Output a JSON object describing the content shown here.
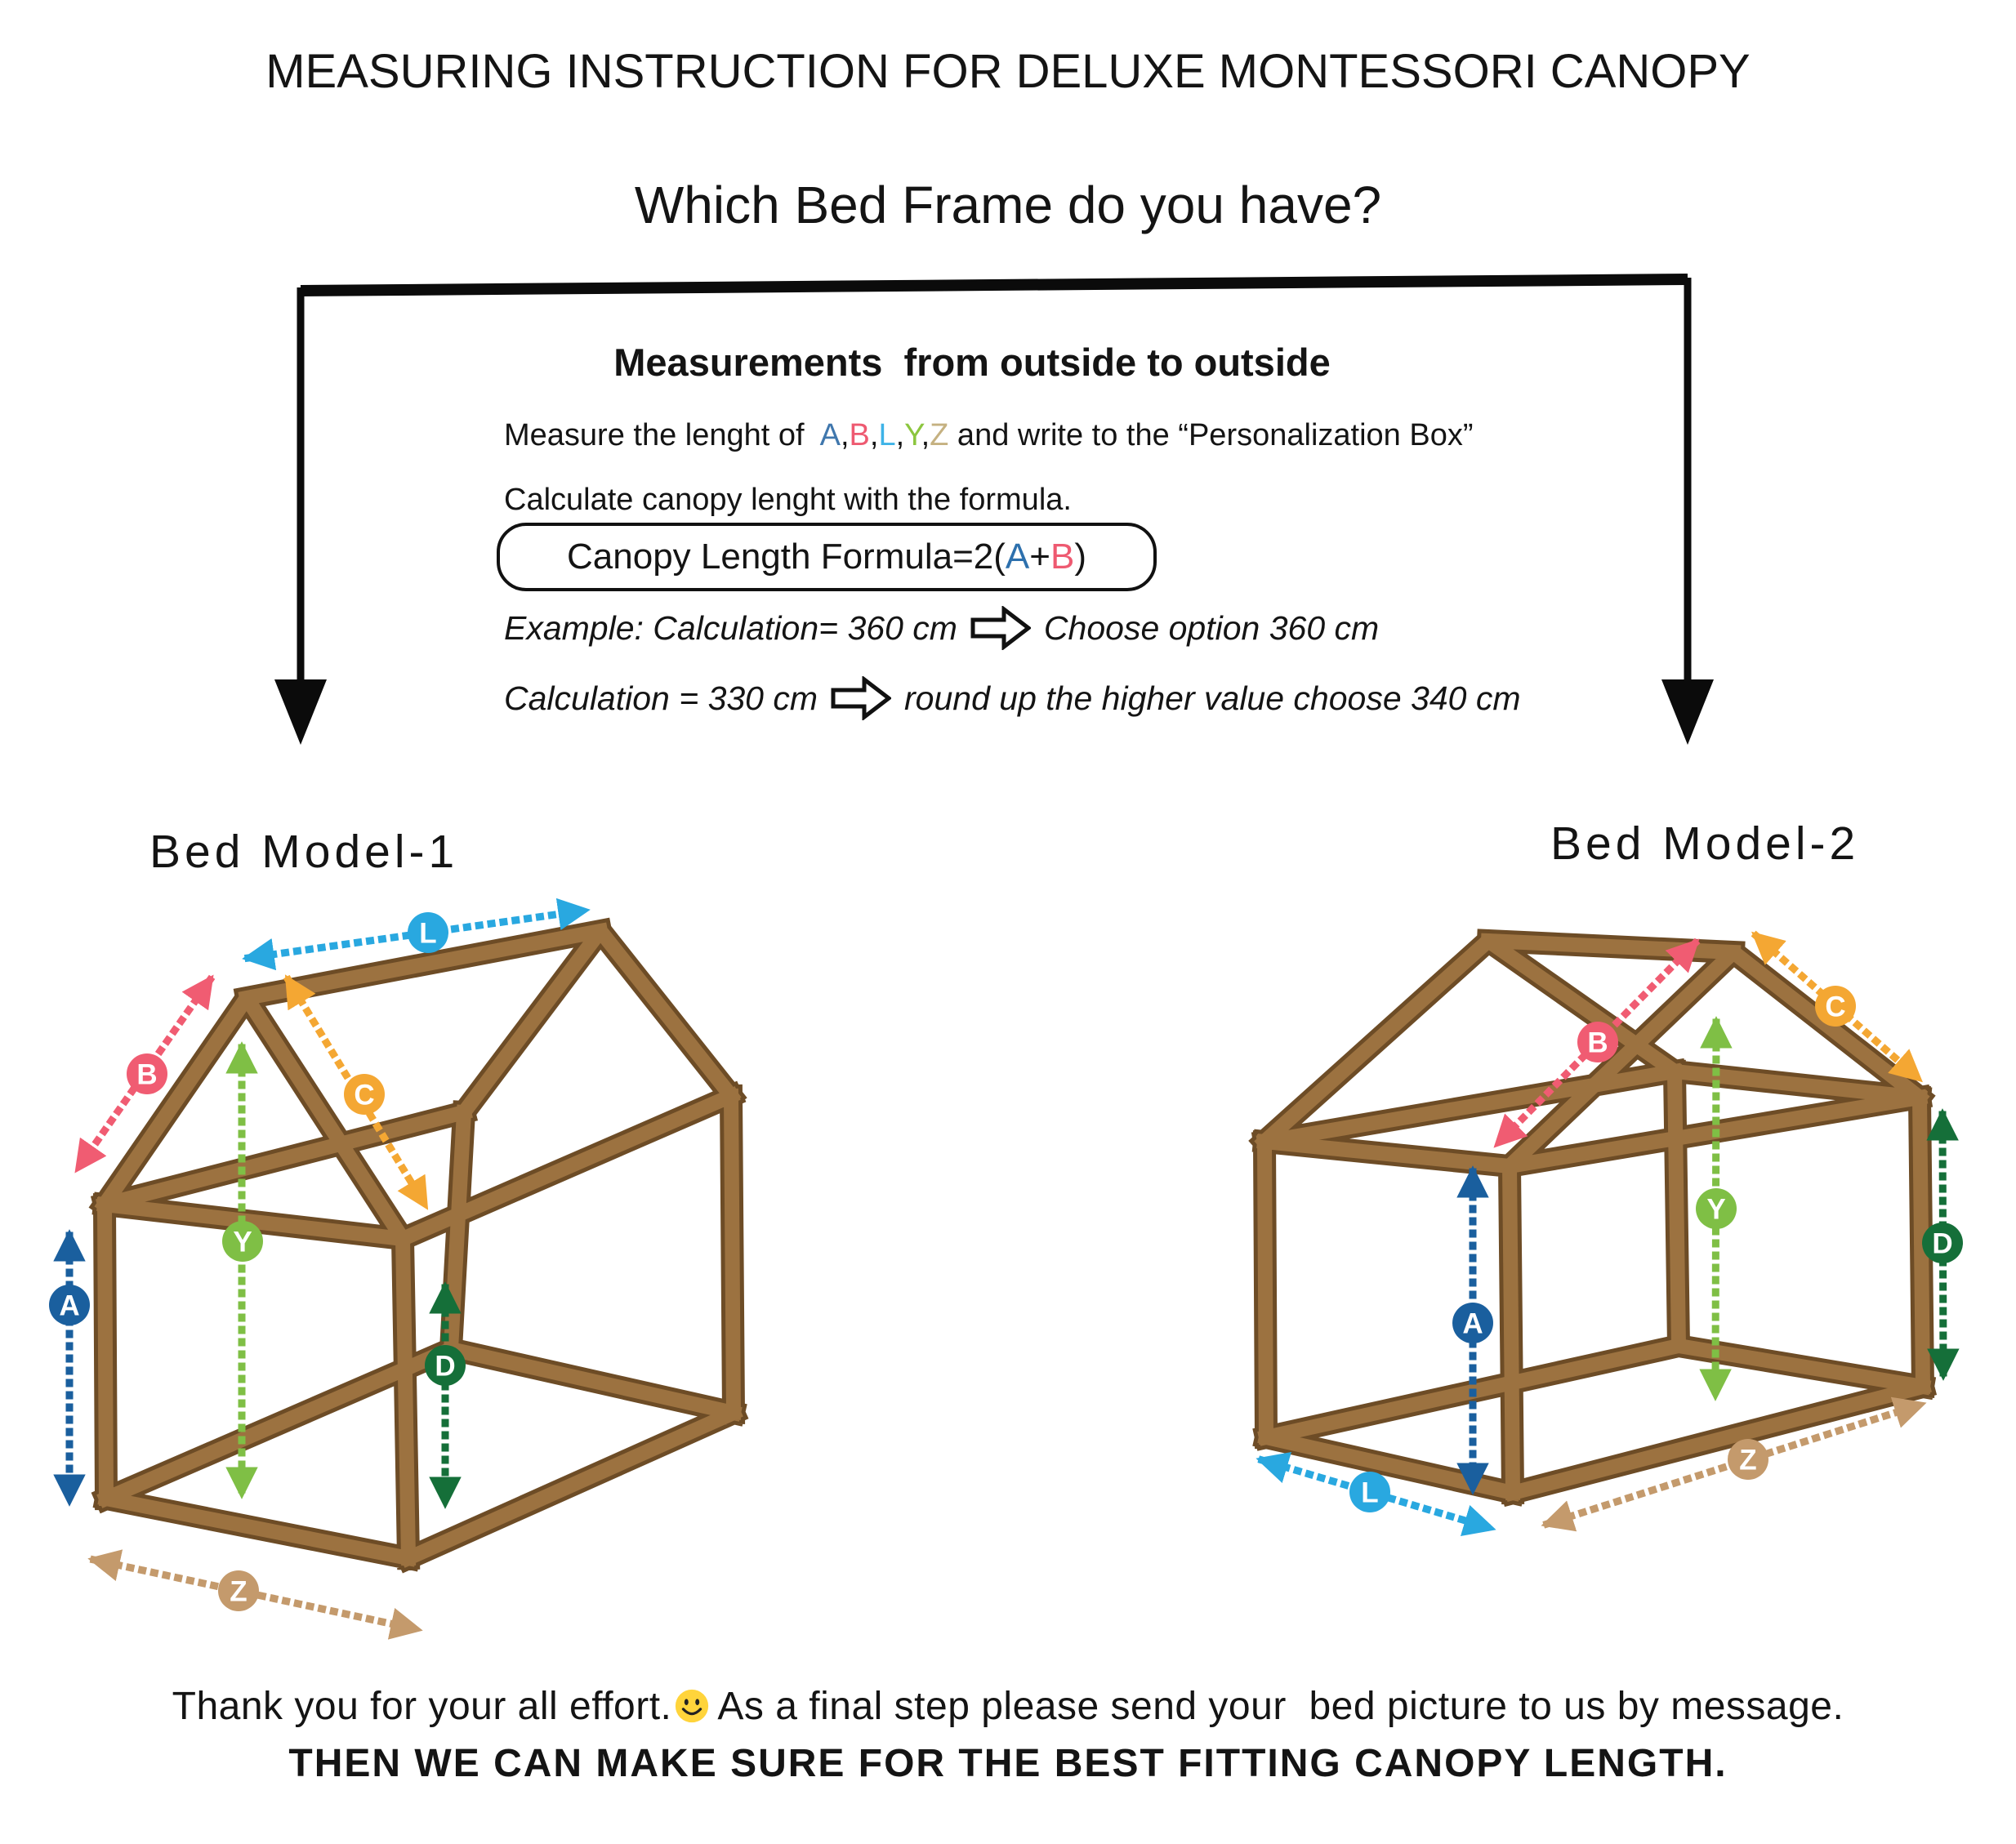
{
  "title": "MEASURING INSTRUCTION FOR DELUXE MONTESSORI CANOPY",
  "subtitle": "Which Bed Frame do you have?",
  "panel": {
    "heading": "Measurements  from outside to outside",
    "measure": {
      "prefix": "Measure the lenght of  ",
      "comma": ",",
      "letters": [
        {
          "ch": "A",
          "color": "#4077ad"
        },
        {
          "ch": "B",
          "color": "#ee5a71"
        },
        {
          "ch": "L",
          "color": "#3eb3e7"
        },
        {
          "ch": "Y",
          "color": "#8cc63f"
        },
        {
          "ch": "Z",
          "color": "#c5b181"
        }
      ],
      "suffix": " and write to the “Personalization Box”"
    },
    "calc": "Calculate canopy lenght with the formula.",
    "formula": {
      "pre": "Canopy Length Formula=2(",
      "a": "A",
      "a_color": "#2d70ad",
      "plus": "+",
      "b": "B",
      "b_color": "#ee5a71",
      "post": ")"
    },
    "examples": [
      {
        "left": "Example: Calculation= 360 cm",
        "right": "Choose option 360 cm"
      },
      {
        "left": "Calculation = 330 cm",
        "right": "round up the higher value choose 340 cm"
      }
    ]
  },
  "bed1_label": "Bed Model-1",
  "bed2_label": "Bed Model-2",
  "badges": {
    "A": {
      "letter": "A",
      "color": "#1a5f9e"
    },
    "B": {
      "letter": "B",
      "color": "#f05c72"
    },
    "C": {
      "letter": "C",
      "color": "#f4a733"
    },
    "D": {
      "letter": "D",
      "color": "#156f39"
    },
    "L": {
      "letter": "L",
      "color": "#29a8e0"
    },
    "Y": {
      "letter": "Y",
      "color": "#7fbf45"
    },
    "Z": {
      "letter": "Z",
      "color": "#c49a6c"
    }
  },
  "wood": {
    "dark": "#6d4c26",
    "light": "#9c7240"
  },
  "footer": {
    "line1_pre": "Thank you for your all effort.",
    "line1_post": "As a final step please send your  bed picture to us by message.",
    "line2": "THEN WE CAN MAKE SURE FOR THE BEST FITTING CANOPY LENGTH."
  }
}
